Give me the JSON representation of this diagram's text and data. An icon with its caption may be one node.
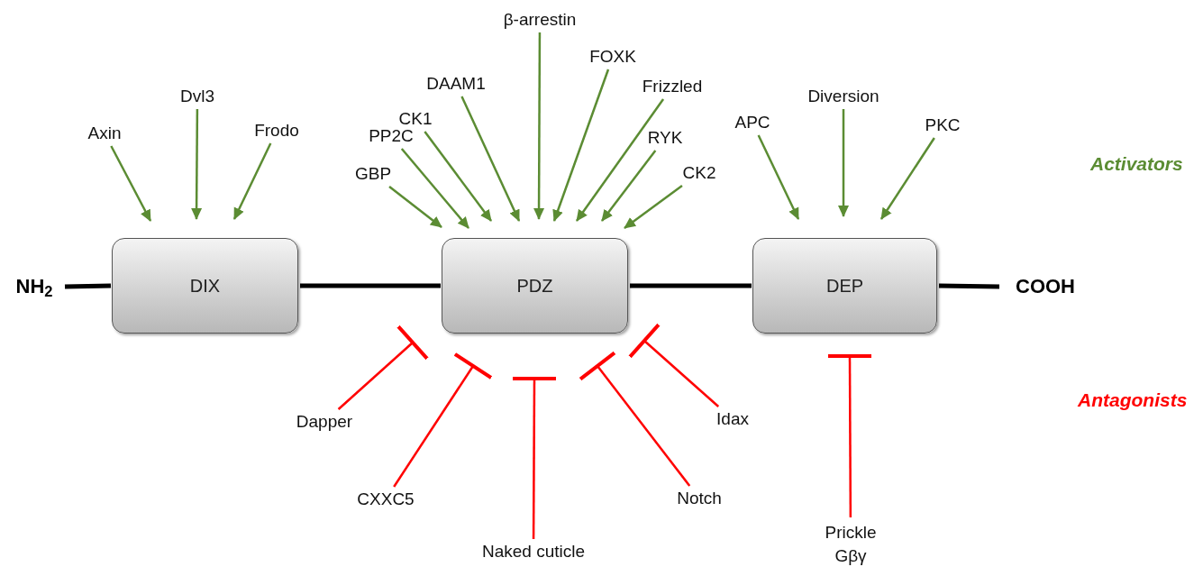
{
  "diagram": {
    "nodes": [
      {
        "text": [
          "NH$_{2}$"
        ]
      },
      {
        "text": [
          "DIX"
        ]
      },
      {
        "text": [
          "PDZ"
        ]
      },
      {
        "text": [
          "DEP"
        ]
      },
      {
        "text": [
          "COOH"
        ]
      },
      {
        "text": [
          "Axin"
        ]
      },
      {
        "text": [
          "Dvl3"
        ]
      },
      {
        "text": [
          "Frodo"
        ]
      },
      {
        "text": [
          "GBP"
        ]
      },
      {
        "text": [
          "PP2C"
        ]
      },
      {
        "text": [
          "CK1"
        ]
      },
      {
        "text": [
          "DAAM1"
        ]
      },
      {
        "text": [
          "β-arrestin"
        ]
      },
      {
        "text": [
          "FOXK"
        ]
      },
      {
        "text": [
          "Frizzled"
        ]
      },
      {
        "text": [
          "RYK"
        ]
      },
      {
        "text": [
          "CK2"
        ]
      },
      {
        "text": [
          "APC"
        ]
      },
      {
        "text": [
          "Diversion"
        ]
      },
      {
        "text": [
          "PKC"
        ]
      },
      {
        "text": [
          "Dapper"
        ]
      },
      {
        "text": [
          "CXXC5"
        ]
      },
      {
        "text": [
          "Naked cuticle"
        ]
      },
      {
        "text": [
          "Notch"
        ]
      },
      {
        "text": [
          "Idax"
        ]
      },
      {
        "text": [
          "Prickle",
          "Gβγ"
        ]
      }
    ],
    "edges": [
      {
        "from": 0,
        "to": 1,
        "arrow": "none",
        "style": "thick",
        "color": "#000000"
      },
      {
        "from": 1,
        "to": 2,
        "arrow": "none",
        "style": "thick",
        "color": "#000000"
      },
      {
        "from": 2,
        "to": 3,
        "arrow": "none",
        "style": "thick",
        "color": "#000000"
      },
      {
        "from": 3,
        "to": 4,
        "arrow": "none",
        "style": "thick",
        "color": "#000000"
      },
      {
        "from": 5,
        "to": 1,
        "arrow": "to"
      },
      {
        "from": 6,
        "to": 1,
        "arrow": "to"
      },
      {
        "from": 7,
        "to": 1,
        "arrow": "to"
      },
      {
        "from": 8,
        "to": 2,
        "arrow": "to"
      },
      {
        "from": 9,
        "to": 2,
        "arrow": "to"
      },
      {
        "from": 10,
        "to": 2,
        "arrow": "to"
      },
      {
        "from": 11,
        "to": 2,
        "arrow": "to"
      },
      {
        "from": 12,
        "to": 2,
        "arrow": "to"
      },
      {
        "from": 13,
        "to": 2,
        "arrow": "to"
      },
      {
        "from": 14,
        "to": 2,
        "arrow": "to"
      },
      {
        "from": 15,
        "to": 2,
        "arrow": "to"
      },
      {
        "from": 16,
        "to": 2,
        "arrow": "to"
      },
      {
        "from": 17,
        "to": 3,
        "arrow": "to"
      },
      {
        "from": 18,
        "to": 3,
        "arrow": "to"
      },
      {
        "from": 19,
        "to": 3,
        "arrow": "to"
      },
      {
        "from": 20,
        "to": 2,
        "arrow": "other",
        "color": "#ff0000"
      },
      {
        "from": 21,
        "to": 2,
        "arrow": "other",
        "color": "#ff0000"
      },
      {
        "from": 22,
        "to": 2,
        "arrow": "other",
        "color": "#ff0000"
      },
      {
        "from": 23,
        "to": 2,
        "arrow": "other",
        "color": "#ff0000"
      },
      {
        "from": 24,
        "to": 2,
        "arrow": "other",
        "color": "#ff0000"
      },
      {
        "from": 25,
        "to": 3,
        "arrow": "other",
        "color": "#ff0000"
      }
    ],
    "labels": [
      "Activators",
      "Antagonists"
    ]
  }
}
